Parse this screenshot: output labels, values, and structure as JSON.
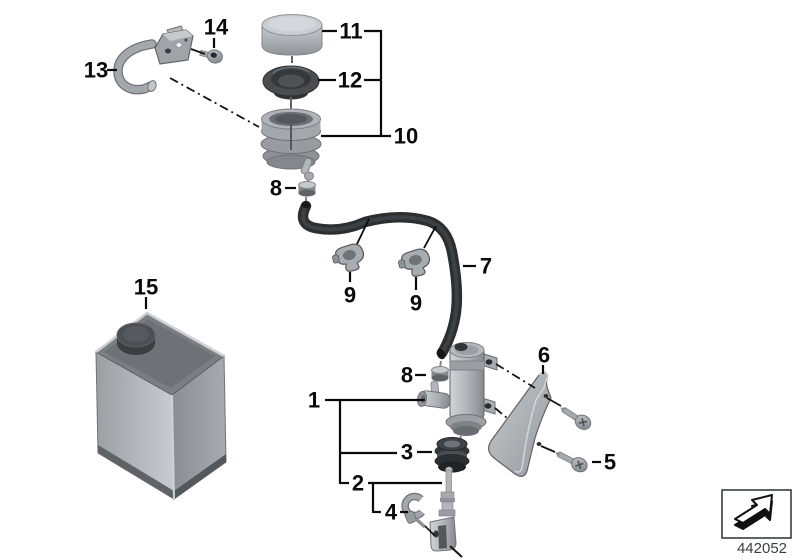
{
  "colors": {
    "background": "#ffffff",
    "line": "#0a0a0a",
    "part_light": "#c2c6ca",
    "part_mid": "#9aa0a4",
    "part_dark": "#3a3d40",
    "hose": "#303336"
  },
  "callouts": {
    "c1": "1",
    "c2": "2",
    "c3": "3",
    "c4": "4",
    "c5": "5",
    "c6": "6",
    "c7": "7",
    "c8_upper": "8",
    "c8_lower": "8",
    "c9_left": "9",
    "c9_right": "9",
    "c10": "10",
    "c11": "11",
    "c12": "12",
    "c13": "13",
    "c14": "14",
    "c15": "15"
  },
  "footer": {
    "drawing_number": "442052"
  },
  "icons": {
    "direction_arrow": "3d-arrow-up-right-icon"
  }
}
